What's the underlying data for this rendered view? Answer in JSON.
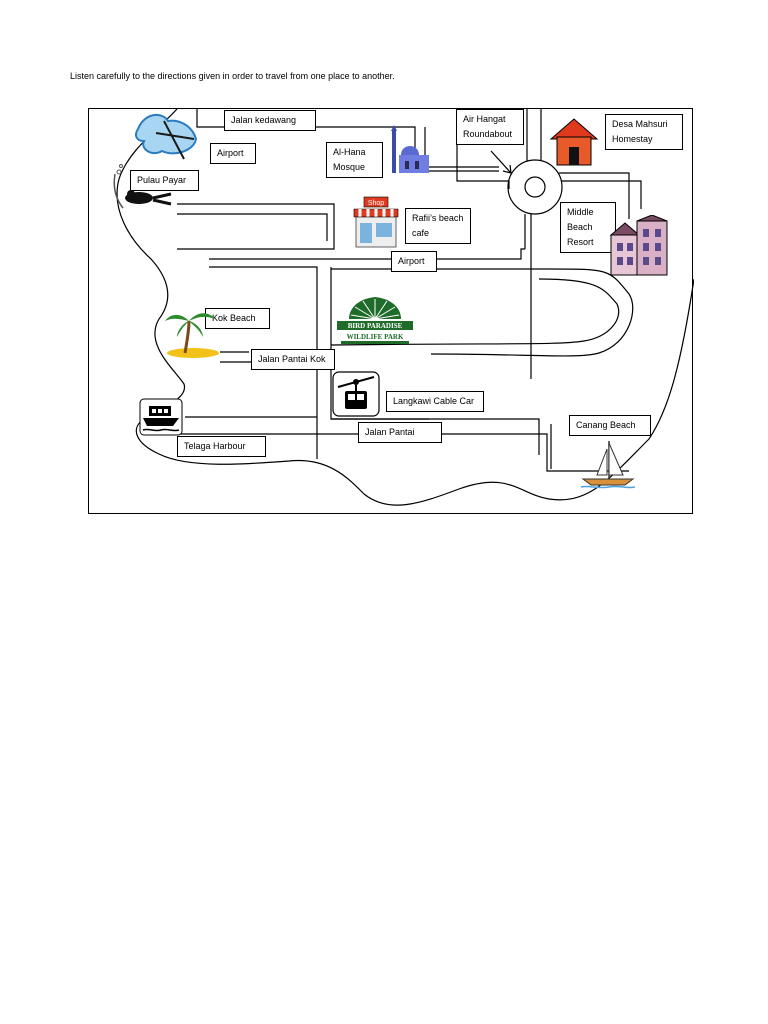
{
  "instruction": "Listen carefully to the directions given in order to travel from one place to another.",
  "map": {
    "labels": {
      "jalan_kedawang": "Jalan kedawang",
      "airport_top": "Airport",
      "pulau_payar": "Pulau Payar",
      "al_hana_mosque": "Al-Hana Mosque",
      "air_hangat_roundabout": "Air Hangat Roundabout",
      "desa_mahsuri": "Desa Mahsuri Homestay",
      "rafiis_cafe": "Rafii’s beach cafe",
      "middle_beach_resort": "Middle Beach Resort",
      "airport_road": "Airport",
      "kok_beach": "Kok Beach",
      "jalan_pantai_kok": "Jalan Pantai Kok",
      "langkawi_cable_car": "Langkawi Cable Car",
      "canang_beach": "Canang Beach",
      "jalan_pantai": "Jalan Pantai",
      "telaga_harbour": "Telaga Harbour"
    },
    "icons": {
      "airport": "airplane-icon",
      "diver": "diver-icon",
      "mosque": "mosque-icon",
      "house": "house-icon",
      "shop": "shop-icon",
      "resort": "building-icon",
      "bird_park": "bird-park-logo",
      "palm": "palm-tree-icon",
      "cable_car": "cable-car-icon",
      "boat": "boat-icon",
      "sailboat": "sailboat-icon"
    },
    "logo_text": {
      "line1": "BIRD PARADISE",
      "line2": "WILDLIFE PARK"
    },
    "shop_sign": "Shop",
    "colors": {
      "house_red": "#e03a1e",
      "logo_green": "#1f6b2a",
      "resort_pink": "#e7c7d6",
      "sea_blue": "#4aa3df"
    }
  }
}
